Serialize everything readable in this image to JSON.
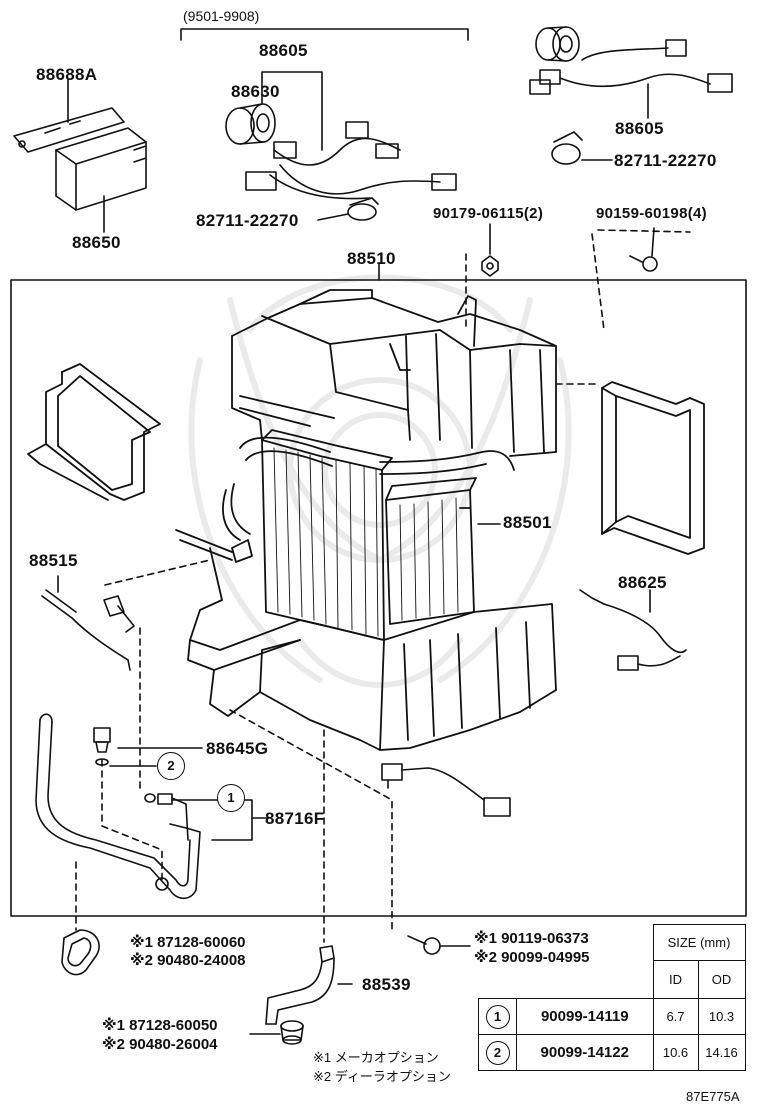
{
  "labels": {
    "date_range": "(9501-9908)",
    "p88605_top": "88605",
    "p88605_right": "88605",
    "p88688A": "88688A",
    "p88630": "88630",
    "p88650": "88650",
    "p82711_left": "82711-22270",
    "p82711_right": "82711-22270",
    "p90179": "90179-06115(2)",
    "p90159": "90159-60198(4)",
    "p88510": "88510",
    "p88501": "88501",
    "p88515": "88515",
    "p88625": "88625",
    "p88645G": "88645G",
    "p88716F": "88716F",
    "p88539": "88539",
    "call1": "1",
    "call2": "2"
  },
  "notes": {
    "n1_a": "※1 87128-60060",
    "n1_b": "※2 90480-24008",
    "n2_a": "※1 90119-06373",
    "n2_b": "※2 90099-04995",
    "n3_a": "※1 87128-60050",
    "n3_b": "※2 90480-26004",
    "legend1": "※1  メーカオプション",
    "legend2": "※2  ディーラオプション",
    "figure_code": "87E775A"
  },
  "size_table": {
    "title": "SIZE (mm)",
    "col_id": "ID",
    "col_od": "OD",
    "rows": [
      {
        "ref": "1",
        "part": "90099-14119",
        "id": "6.7",
        "od": "10.3"
      },
      {
        "ref": "2",
        "part": "90099-14122",
        "id": "10.6",
        "od": "14.16"
      }
    ]
  }
}
